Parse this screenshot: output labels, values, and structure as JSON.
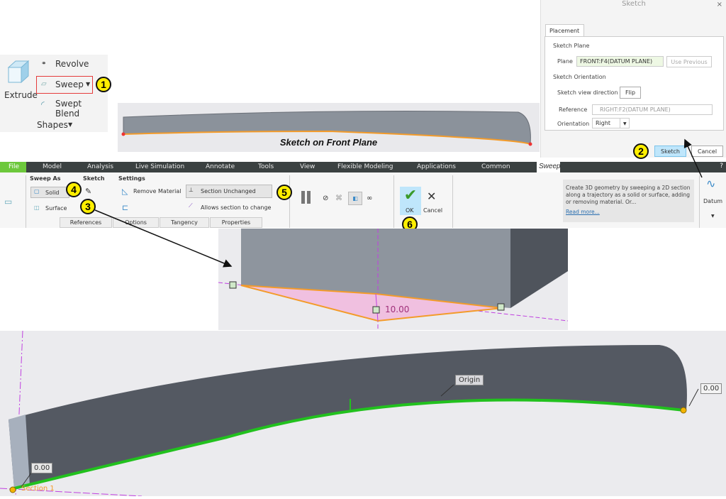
{
  "shapes_panel": {
    "extrude": "Extrude",
    "revolve": "Revolve",
    "sweep": "Sweep",
    "swept_blend": "Swept Blend",
    "group": "Shapes"
  },
  "front_sketch": {
    "caption": "Sketch on Front Plane"
  },
  "sketch_dialog": {
    "title": "Sketch",
    "close": "×",
    "tab": "Placement",
    "sketch_plane_label": "Sketch Plane",
    "plane_label": "Plane",
    "plane_value": "FRONT:F4(DATUM PLANE)",
    "use_previous": "Use Previous",
    "orientation_section": "Sketch Orientation",
    "view_direction_label": "Sketch view direction",
    "flip": "Flip",
    "reference_label": "Reference",
    "reference_value": "RIGHT:F2(DATUM PLANE)",
    "orientation_label": "Orientation",
    "orientation_value": "Right",
    "sketch_button": "Sketch",
    "cancel_button": "Cancel"
  },
  "ribbon": {
    "tabs": [
      "File",
      "Model",
      "Analysis",
      "Live Simulation",
      "Annotate",
      "Tools",
      "View",
      "Flexible Modeling",
      "Applications",
      "Common"
    ],
    "active_tab": "Sweep",
    "sweep_as": "Sweep As",
    "solid": "Solid",
    "surface": "Surface",
    "sketch": "Sketch",
    "settings": "Settings",
    "remove_material": "Remove Material",
    "section_unchanged": "Section Unchanged",
    "allows_change": "Allows section to change",
    "subtabs": [
      "References",
      "Options",
      "Tangency",
      "Properties"
    ],
    "ok": "OK",
    "cancel": "Cancel",
    "help_text": "Create 3D geometry by sweeping a 2D section along a trajectory as a solid or surface, adding or removing material. Or...",
    "read_more": "Read more...",
    "datum": "Datum"
  },
  "section_view": {
    "dimension": "10.00"
  },
  "model_view": {
    "origin": "Origin",
    "dim_right": "0.00",
    "dim_left": "0.00",
    "section_label": "Section 1"
  },
  "steps": [
    "1",
    "2",
    "3",
    "4",
    "5",
    "6"
  ],
  "colors": {
    "file_tab": "#6dc83c",
    "badge": "#ffef00",
    "trajectory": "#22c11e",
    "section_fill": "#f0c0e0"
  }
}
